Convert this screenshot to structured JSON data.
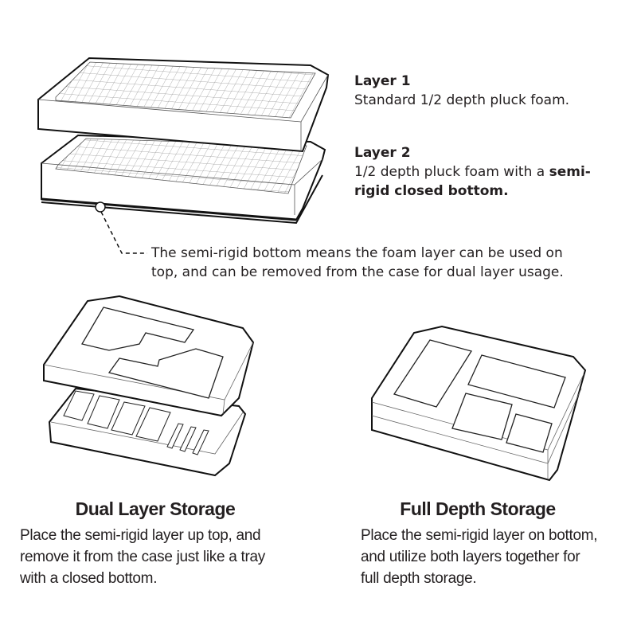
{
  "layers": [
    {
      "title": "Layer 1",
      "description": "Standard 1/2 depth pluck foam."
    },
    {
      "title": "Layer 2",
      "description_plain": "1/2 depth pluck foam with a ",
      "description_bold": "semi-rigid closed bottom."
    }
  ],
  "callout": {
    "line1": "The semi-rigid bottom means the foam layer can be used on",
    "line2": "top, and can be removed from the case for dual layer usage."
  },
  "sections": [
    {
      "title": "Dual Layer Storage",
      "lines": [
        "Place the semi-rigid layer up top, and",
        "remove it from the case just like a tray",
        "with a closed bottom."
      ]
    },
    {
      "title": "Full Depth Storage",
      "lines": [
        "Place the semi-rigid layer on bottom,",
        "and utilize both layers together for",
        "full depth storage."
      ]
    }
  ],
  "colors": {
    "ink": "#231f20",
    "line": "#1a1a1a",
    "grid": "#9a9a9a",
    "background": "#ffffff"
  }
}
